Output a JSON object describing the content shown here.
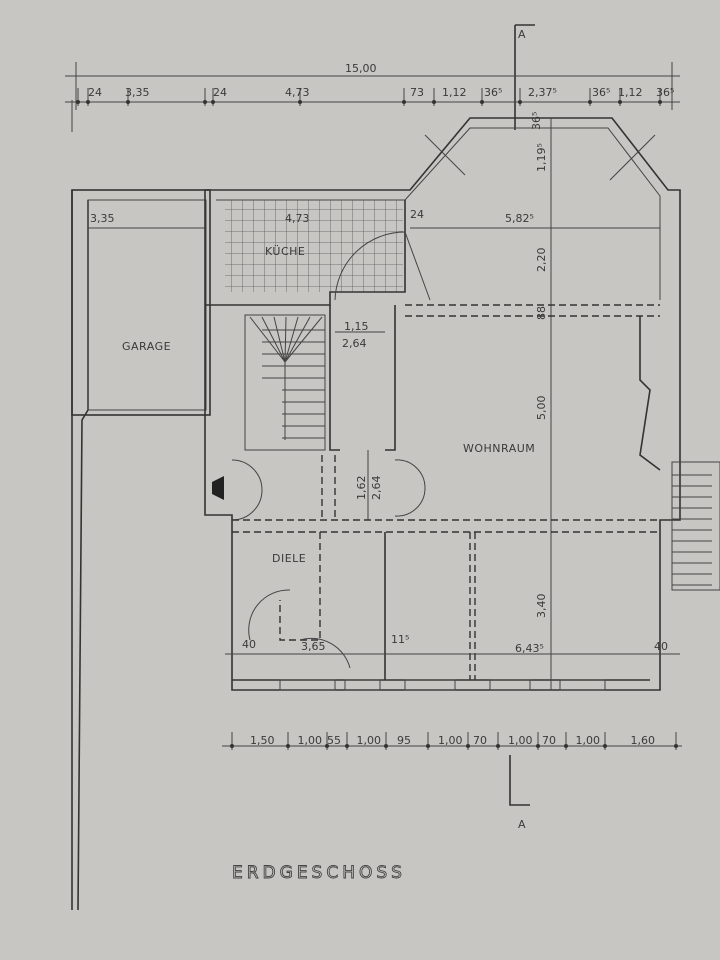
{
  "plan": {
    "title": "ERDGESCHOSS",
    "section_marker": "A",
    "rooms": {
      "garage": "GARAGE",
      "kitchen": "KÜCHE",
      "living": "WOHNRAUM",
      "hall": "DIELE"
    },
    "top_total": "15,00",
    "top_dims": [
      "24",
      "3,35",
      "24",
      "4,73",
      "73",
      "1,12",
      "36⁵",
      "2,37⁵",
      "36⁵",
      "1,12",
      "36⁵"
    ],
    "bottom_dims": [
      "1,50",
      "1,00",
      "55",
      "1,00",
      "95",
      "1,00",
      "70",
      "1,00",
      "70",
      "1,00",
      "1,60"
    ],
    "inner_dims": {
      "garage_width": "3,35",
      "kitchen_width": "4,73",
      "wall_24": "24",
      "living_width": "5,82⁵",
      "bay_depth": "1,19⁵",
      "bay_wall": "36⁵",
      "living_upper_depth": "2,20",
      "beam": "88",
      "living_depth": "5,00",
      "stair_hall_a": "1,15",
      "stair_hall_b": "2,64",
      "corridor_a": "1,62",
      "corridor_b": "2,64",
      "lower_depth": "3,40",
      "hall_width": "3,65",
      "wall_40_left": "40",
      "wall_11": "11⁵",
      "lower_width": "6,43⁵",
      "wall_40_right": "40"
    }
  }
}
